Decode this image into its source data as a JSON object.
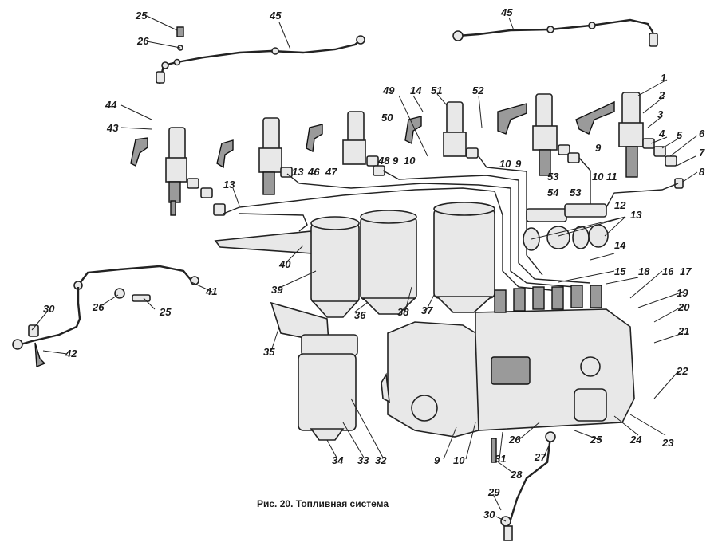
{
  "figure": {
    "caption": "Рис. 20. Топливная система",
    "labels": [
      "1",
      "2",
      "3",
      "4",
      "5",
      "6",
      "7",
      "8",
      "9",
      "10",
      "11",
      "12",
      "13",
      "14",
      "15",
      "16",
      "17",
      "18",
      "19",
      "20",
      "21",
      "22",
      "23",
      "24",
      "25",
      "26",
      "27",
      "28",
      "29",
      "30",
      "31",
      "32",
      "33",
      "34",
      "35",
      "36",
      "37",
      "38",
      "39",
      "40",
      "41",
      "42",
      "43",
      "44",
      "45",
      "46",
      "47",
      "48",
      "49",
      "50",
      "51",
      "52",
      "53",
      "54"
    ],
    "callouts": [
      {
        "text": "25"
      },
      {
        "text": "26"
      },
      {
        "text": "45"
      },
      {
        "text": "45"
      },
      {
        "text": "44"
      },
      {
        "text": "43"
      },
      {
        "text": "13"
      },
      {
        "text": "13"
      },
      {
        "text": "46"
      },
      {
        "text": "47"
      },
      {
        "text": "48"
      },
      {
        "text": "9"
      },
      {
        "text": "10"
      },
      {
        "text": "49"
      },
      {
        "text": "14"
      },
      {
        "text": "51"
      },
      {
        "text": "50"
      },
      {
        "text": "52"
      },
      {
        "text": "10"
      },
      {
        "text": "9"
      },
      {
        "text": "53"
      },
      {
        "text": "54"
      },
      {
        "text": "1"
      },
      {
        "text": "2"
      },
      {
        "text": "3"
      },
      {
        "text": "4"
      },
      {
        "text": "5"
      },
      {
        "text": "6"
      },
      {
        "text": "7"
      },
      {
        "text": "8"
      },
      {
        "text": "9"
      },
      {
        "text": "10"
      },
      {
        "text": "11"
      },
      {
        "text": "12"
      },
      {
        "text": "13"
      },
      {
        "text": "14"
      },
      {
        "text": "53"
      },
      {
        "text": "15"
      },
      {
        "text": "18"
      },
      {
        "text": "16"
      },
      {
        "text": "17"
      },
      {
        "text": "19"
      },
      {
        "text": "20"
      },
      {
        "text": "21"
      },
      {
        "text": "22"
      },
      {
        "text": "23"
      },
      {
        "text": "24"
      },
      {
        "text": "25"
      },
      {
        "text": "26"
      },
      {
        "text": "27"
      },
      {
        "text": "28"
      },
      {
        "text": "29"
      },
      {
        "text": "30"
      },
      {
        "text": "31"
      },
      {
        "text": "10"
      },
      {
        "text": "9"
      },
      {
        "text": "32"
      },
      {
        "text": "33"
      },
      {
        "text": "34"
      },
      {
        "text": "35"
      },
      {
        "text": "36"
      },
      {
        "text": "37"
      },
      {
        "text": "38"
      },
      {
        "text": "39"
      },
      {
        "text": "40"
      },
      {
        "text": "41"
      },
      {
        "text": "25"
      },
      {
        "text": "26"
      },
      {
        "text": "30"
      },
      {
        "text": "42"
      }
    ]
  }
}
